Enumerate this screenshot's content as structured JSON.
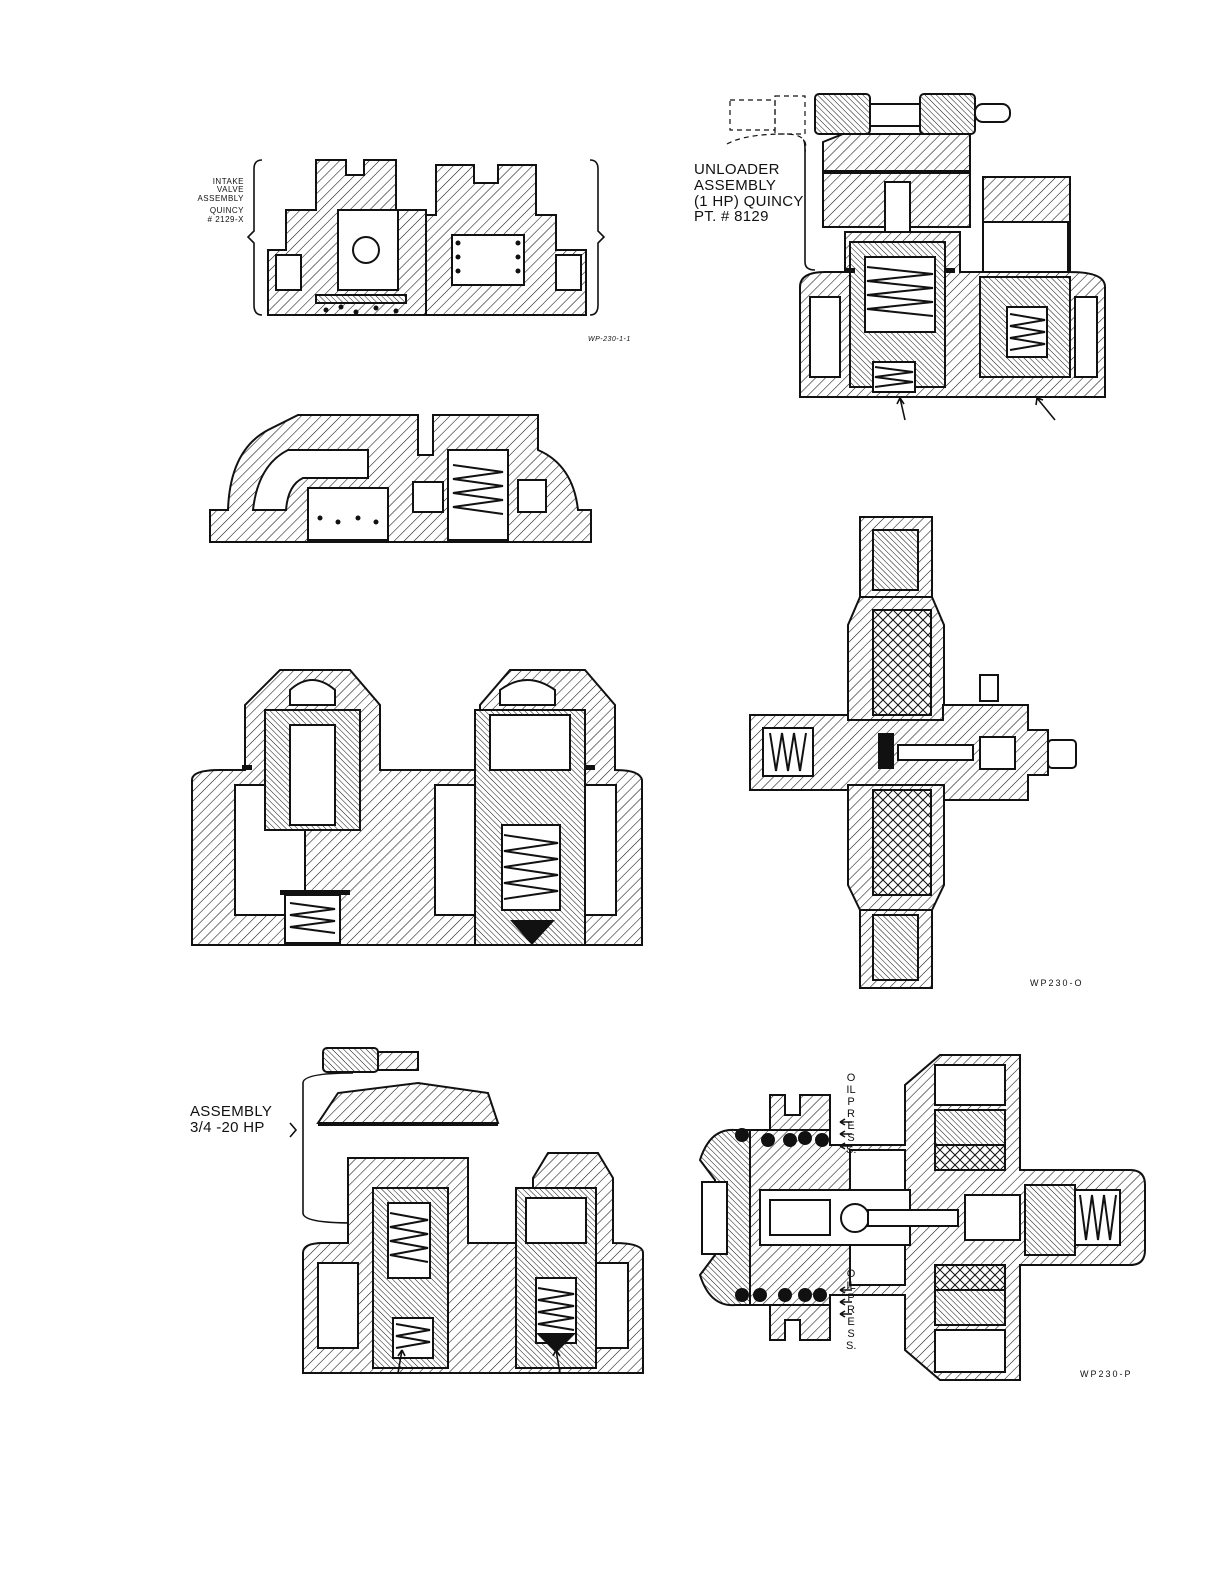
{
  "figures": {
    "intake_valve": {
      "label": "INTAKE VALVE ASSEMBLY QUINCY # 2129-X",
      "code": "WP-230-1-1"
    },
    "unloader_1hp": {
      "label": "UNLOADER ASSEMBLY (1 HP) QUINCY PT. # 8129"
    },
    "filter": {
      "code": "WP230-o"
    },
    "unloader_20hp": {
      "label": "ASSEMBLY 3/4 -20 HP"
    },
    "oil_pump": {
      "oil_press_top": "OIL PRESS.",
      "oil_press_bottom": "OIL PRESS.",
      "code": "WP230-p"
    }
  },
  "labels": {
    "intake_line1": "INTAKE",
    "intake_line2": "VALVE",
    "intake_line3": "ASSEMBLY",
    "intake_line4": "QUINCY",
    "intake_line5": "# 2129-X",
    "unloader_line1": "UNLOADER",
    "unloader_line2": "ASSEMBLY",
    "unloader_line3": "(1 HP) QUINCY",
    "unloader_line4": "PT. # 8129",
    "asm20_line1": "ASSEMBLY",
    "asm20_line2": "3/4 -20 HP"
  }
}
